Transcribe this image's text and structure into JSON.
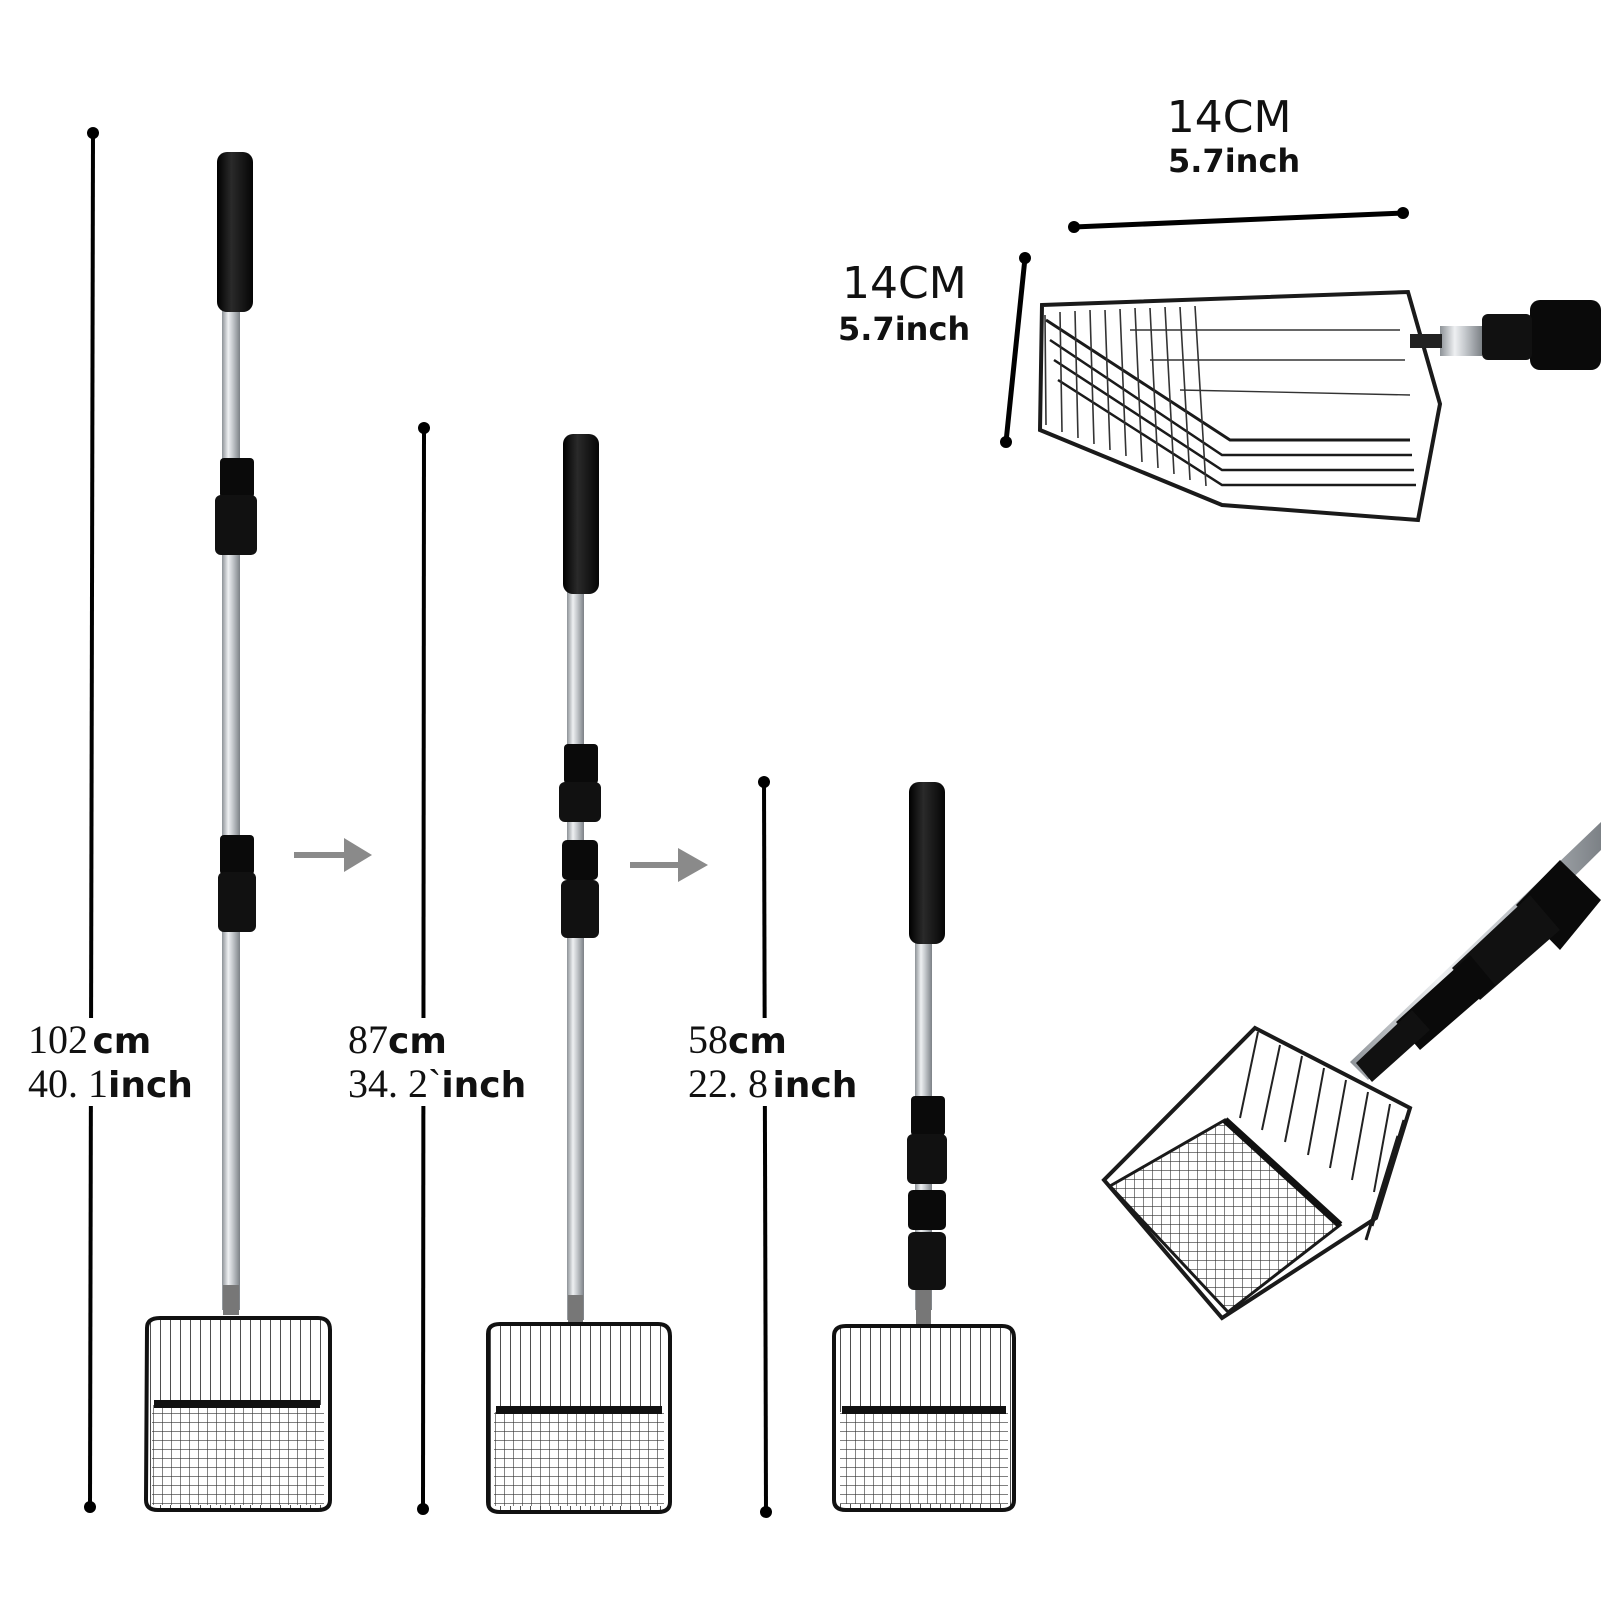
{
  "labels": {
    "long": {
      "cm_num": "102",
      "cm_unit": "cm",
      "in_num": "40. 1",
      "in_unit": "inch"
    },
    "mid": {
      "cm_num": "87",
      "cm_unit": "cm",
      "in_num": "34. 2`",
      "in_unit": "inch"
    },
    "short": {
      "cm_num": "58",
      "cm_unit": "cm",
      "in_num": "22. 8",
      "in_unit": "inch"
    },
    "scoop_width": {
      "cm": "14CM",
      "inch": "5.7inch"
    },
    "scoop_depth": {
      "cm": "14CM",
      "inch": "5.7inch"
    }
  },
  "colors": {
    "handle": "#111111",
    "pole": "#b8bcc0",
    "arrow": "#8a8a8a",
    "wire": "#1a1a1a"
  },
  "icons": [
    "arrow-right-icon",
    "arrow-right-icon"
  ]
}
